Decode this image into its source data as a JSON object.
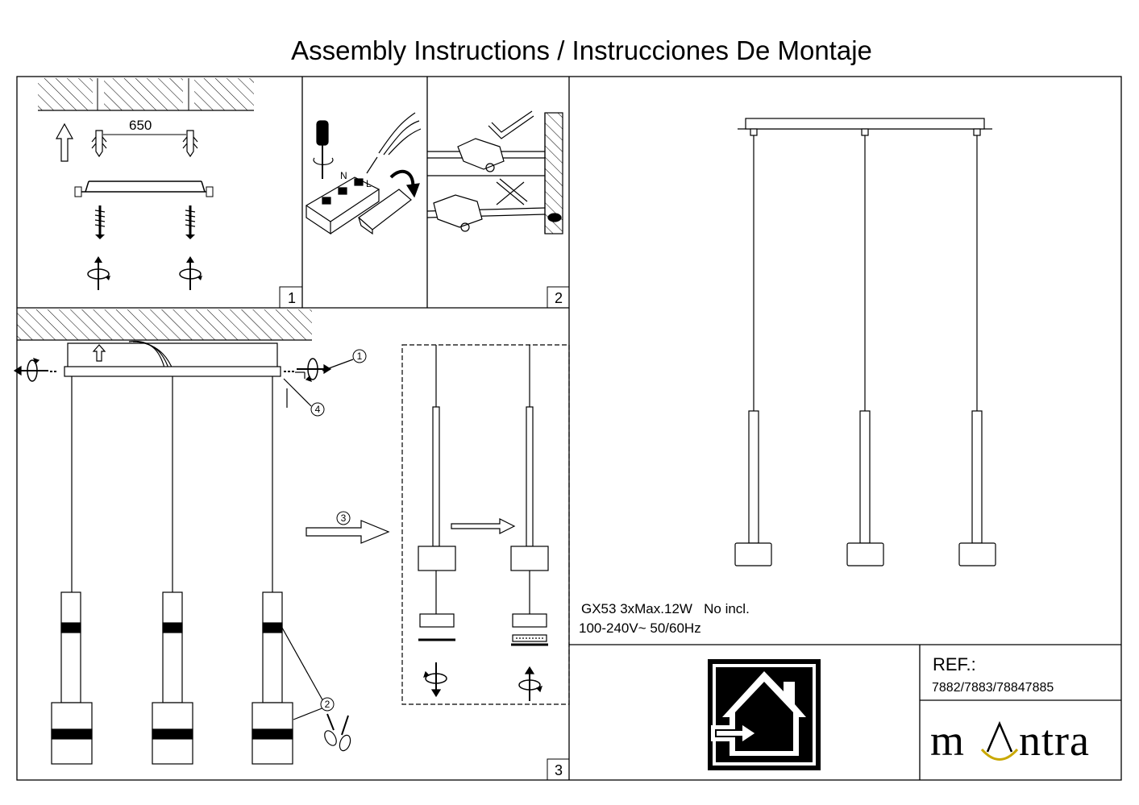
{
  "title": "Assembly Instructions / Instrucciones De Montaje",
  "panels": {
    "p1": {
      "number": "1",
      "dimension": "650"
    },
    "p2": {
      "number": "2",
      "wire_labels": [
        "N",
        "L"
      ]
    },
    "p3": {
      "number": "3",
      "callouts": [
        "1",
        "2",
        "3",
        "4"
      ]
    }
  },
  "specs": {
    "line1": "GX53 3xMax.12W   No incl.",
    "line2": "100-240V~ 50/60Hz"
  },
  "ref": {
    "label": "REF.:",
    "codes": "7882/7883/78847885"
  },
  "brand": {
    "name": "mantra",
    "prefix": "m",
    "suffix": "ntra",
    "accent_color": "#c9a800"
  },
  "icons": [
    "indoor-use-house-icon",
    "screwdriver-icon",
    "scissors-icon",
    "rotate-screw-icon",
    "check-mark-icon",
    "cross-mark-icon"
  ]
}
